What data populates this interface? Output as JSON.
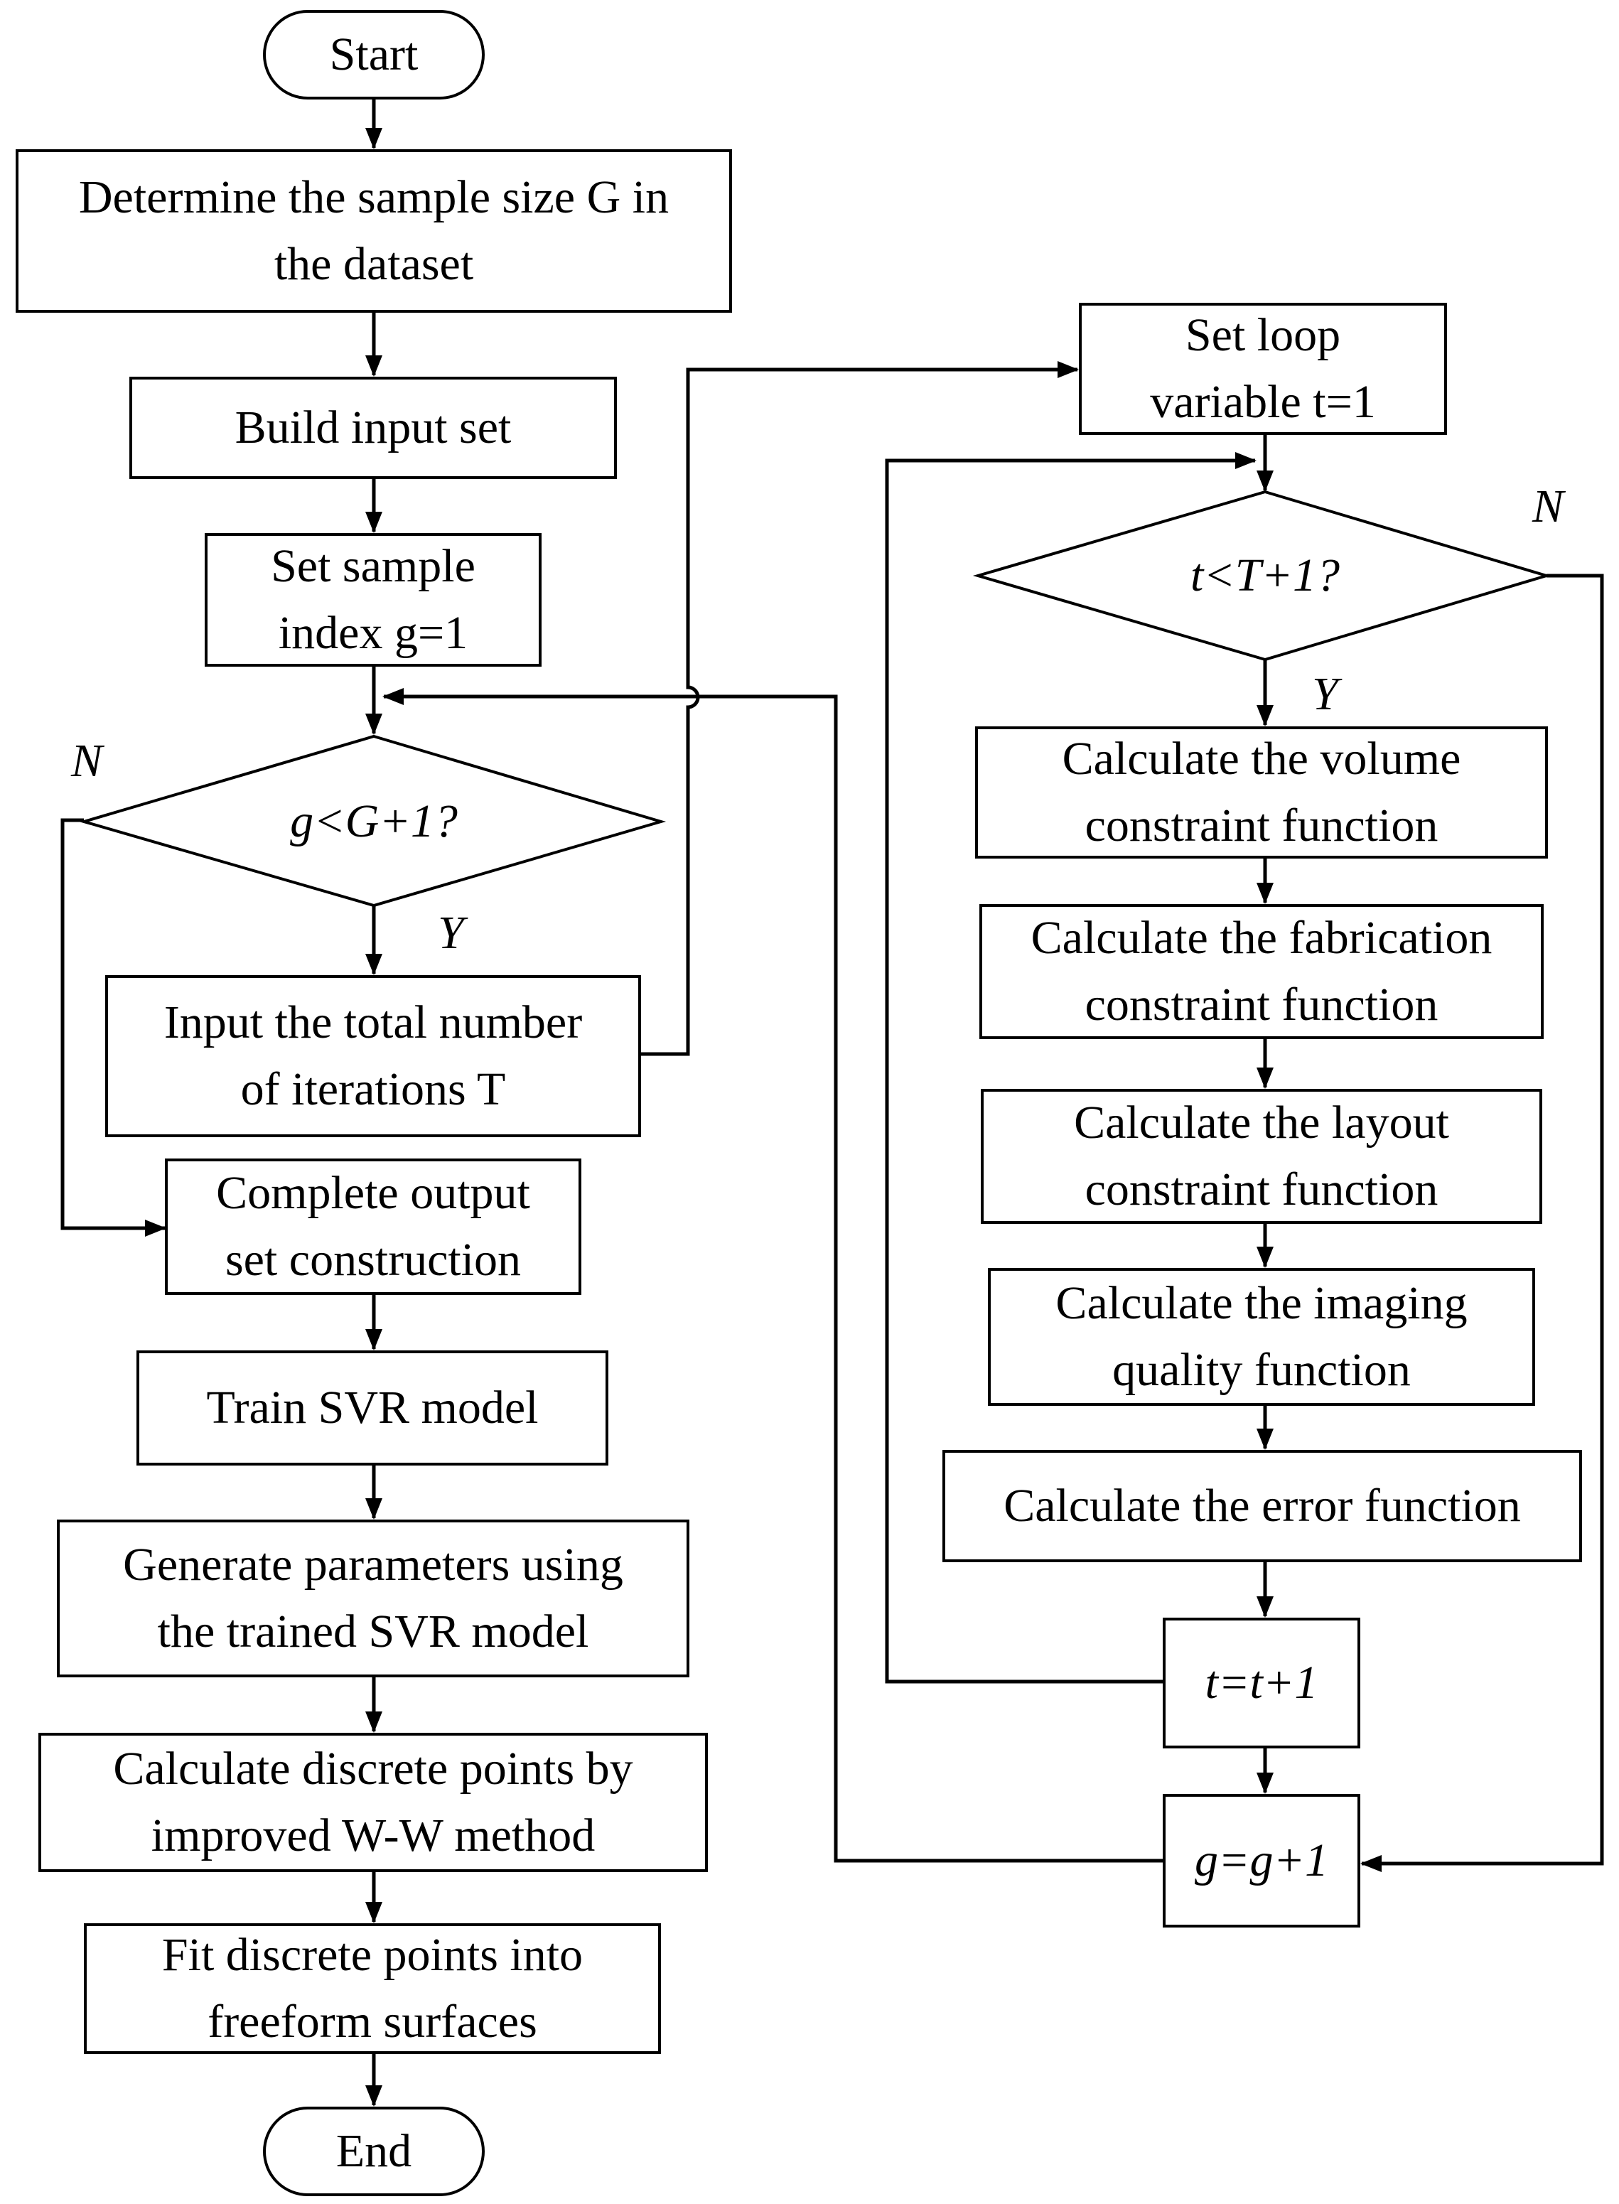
{
  "terminals": {
    "start": "Start",
    "end": "End"
  },
  "left": {
    "determine": [
      "Determine the sample size G in",
      "the dataset"
    ],
    "build": "Build input set",
    "set_index": [
      "Set sample",
      "index g=1"
    ],
    "decision_g": "g<G+1?",
    "input_total": [
      "Input the total number",
      "of iterations T"
    ],
    "complete_output": [
      "Complete output",
      "set construction"
    ],
    "train": "Train SVR model",
    "generate": [
      "Generate parameters using",
      "the trained SVR model"
    ],
    "calc_discrete": [
      "Calculate discrete points by",
      "improved W-W method"
    ],
    "fit": [
      "Fit discrete points into",
      "freeform surfaces"
    ]
  },
  "right": {
    "set_loop": [
      "Set loop",
      "variable t=1"
    ],
    "decision_t": "t<T+1?",
    "volume": [
      "Calculate the volume",
      "constraint function"
    ],
    "fabrication": [
      "Calculate the fabrication",
      "constraint function"
    ],
    "layout": [
      "Calculate the layout",
      "constraint function"
    ],
    "imaging": [
      "Calculate the imaging",
      "quality function"
    ],
    "error": "Calculate the error function",
    "t_incr": "t=t+1",
    "g_incr": "g=g+1"
  },
  "branch_labels": {
    "g_no": "N",
    "g_yes": "Y",
    "t_no": "N",
    "t_yes": "Y"
  }
}
